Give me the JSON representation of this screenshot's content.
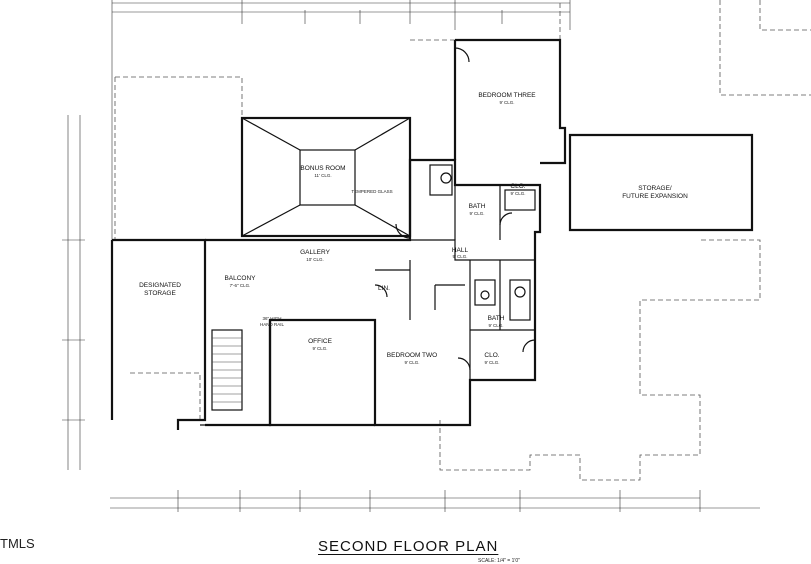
{
  "title": "SECOND FLOOR PLAN",
  "scale": "SCALE: 1/4\" = 1'0\"",
  "watermark": "TMLS",
  "rooms": {
    "bonus": {
      "name": "BONUS ROOM",
      "ceiling": "11' CLG."
    },
    "bedroom3": {
      "name": "BEDROOM THREE",
      "ceiling": "9' CLG."
    },
    "storage": {
      "name": "STORAGE/",
      "name2": "FUTURE EXPANSION"
    },
    "designated": {
      "name": "DESIGNATED",
      "name2": "STORAGE"
    },
    "balcony": {
      "name": "BALCONY",
      "ceiling": "7'-6\" CLG."
    },
    "gallery": {
      "name": "GALLERY",
      "ceiling": "10' CLG."
    },
    "office": {
      "name": "OFFICE",
      "ceiling": "9' CLG."
    },
    "bedroom2": {
      "name": "BEDROOM TWO",
      "ceiling": "9' CLG."
    },
    "bath1": {
      "name": "BATH",
      "ceiling": "9' CLG."
    },
    "bath2": {
      "name": "BATH",
      "ceiling": "9' CLG."
    },
    "hall": {
      "name": "HALL",
      "ceiling": "9' CLG."
    },
    "clo1": {
      "name": "CLO.",
      "ceiling": "9' CLG."
    },
    "clo2": {
      "name": "CLO.",
      "ceiling": "9' CLG."
    },
    "lin": {
      "name": "LIN."
    }
  },
  "notes": {
    "tempered": "TEMPERED GLASS",
    "handrail": "36\" HIGH",
    "handrail2": "HAND RAIL"
  }
}
